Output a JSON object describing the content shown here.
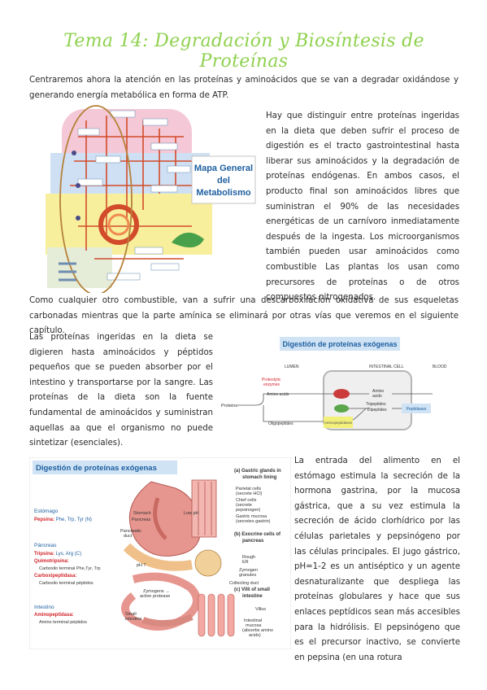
{
  "title": "Tema 14: Degradación y Biosíntesis de Proteínas",
  "paragraphs": {
    "intro": "Centraremos ahora la atención en las proteínas y aminoácidos que se van a degradar oxidándose y generando energía metabólica en forma de ATP.",
    "distinguir": "Hay que distinguir entre proteínas ingeridas en la dieta que deben sufrir el proceso de digestión es el tracto gastrointestinal hasta liberar sus aminoácidos y la degradación de proteínas endógenas. En ambos casos, el producto final son aminoácidos libres que suministran el 90% de las necesidades energéticas de un carnívoro inmediatamente después de la ingesta. Los microorganismos también pueden usar aminoácidos como combustible Las plantas los usan como precursores de proteínas o de otros compuestos nitrogenados.",
    "combustible": "Como cualquier otro combustible, van a sufrir una descarboxilación oxidativa de sus esqueletas carbonadas mientras que la parte amínica se eliminará por otras vías que veremos en el siguiente capítulo.",
    "ingeridas": "Las proteínas ingeridas en la dieta se digieren hasta aminoácidos y péptidos pequeños que se pueden absorber por el intestino y transportarse por la sangre. Las proteínas de la dieta son la fuente fundamental de aminoácidos y suministran aquellas aa que el organismo no puede sintetizar (esenciales).",
    "estomago": "La entrada del alimento en el estómago estimula la secreción de la hormona gastrina, por la mucosa gástrica, que a su vez estimula la secreción de ácido clorhídrico por las células parietales y pepsinógeno por las células principales. El jugo gástrico, pH=1-2 es un antiséptico y un agente desnaturalizante que despliega las proteínas globulares y hace que sus enlaces peptídicos sean más accesibles para la hidrólisis. El pepsinógeno que es el precursor inactivo, se convierte en pepsina (en una rotura"
  },
  "figure_metabolismo": {
    "label_line1": "Mapa General",
    "label_line2": "del",
    "label_line3": "Metabolismo"
  },
  "figure_digestion_cell": {
    "title": "Digestión de proteínas exógenas",
    "lumen": "LUMEN",
    "intestinal_cell": "INTESTINAL CELL",
    "blood": "BLOOD",
    "proteolytic": "Proteolytic",
    "enzymes": "enzymes",
    "proteins": "Proteins",
    "amino_acids": "Amino acids",
    "amino_acids_cell_1": "Amino",
    "amino_acids_cell_2": "acids",
    "tripeptides": "Tripeptides",
    "dipeptides": "Dipeptides",
    "peptidases": "Peptidases",
    "oligopeptides": "Oligopeptides",
    "aminopeptidases": "Aminopeptidases"
  },
  "figure_digestion_organs": {
    "title": "Digestión de proteínas exógenas",
    "estomago_head": "Estómago",
    "pepsina_name": "Pepsina:",
    "pepsina_aa": " Phe, Trp, Tyr (N)",
    "pancreas_head": "Páncreas",
    "tripsina_name": "Tripsina:",
    "tripsina_aa": " Lys, Arg (C)",
    "quimo_name": "Quimotripsina:",
    "quimo_detail": "Carboxilo terminal Phe,Tyr, Trp",
    "carboxi_name": "Carboxipeptidasa:",
    "carboxi_detail": "Carboxilo terminal péptidos",
    "intestino_head": "Intestino",
    "amino_name": "Aminopeptidasa:",
    "amino_detail": "Amino terminal péptidos",
    "a_title_1": "(a) Gastric glands in",
    "a_title_2": "stomach lining",
    "parietal_1": "Parietal cells",
    "parietal_2": "(secrete HCl)",
    "chief_1": "Chief cells",
    "chief_2": "(secrete",
    "chief_3": "pepsinogen)",
    "mucosa_1": "Gastric mucosa",
    "mucosa_2": "(secretes gastrin)",
    "b_title_1": "(b) Exocrine cells of",
    "b_title_2": "pancreas",
    "rough_er_1": "Rough",
    "rough_er_2": "ER",
    "zymogen_1": "Zymogen",
    "zymogen_2": "granules",
    "collecting": "Collecting duct",
    "c_title_1": "(c) Villi of small",
    "c_title_2": "intestine",
    "villus": "Villus",
    "intestinal_mucosa_1": "Intestinal",
    "intestinal_mucosa_2": "mucosa",
    "intestinal_mucosa_3": "(absorbs amino",
    "intestinal_mucosa_4": "acids)",
    "stomach": "Stomach",
    "pancreas": "Pancreas",
    "pancreatic_duct_1": "Pancreatic",
    "pancreatic_duct_2": "duct",
    "low_ph": "Low pH",
    "ph_7": "pH 7",
    "zymogens_1": "Zymogens →",
    "zymogens_2": "active protease",
    "small_intestine_1": "Small",
    "small_intestine_2": "intestine"
  },
  "colors": {
    "title_green": "#8fd14f",
    "label_blue": "#1f5fa0",
    "label_red": "#d2232a",
    "box_blue": "#cfe3f5"
  }
}
